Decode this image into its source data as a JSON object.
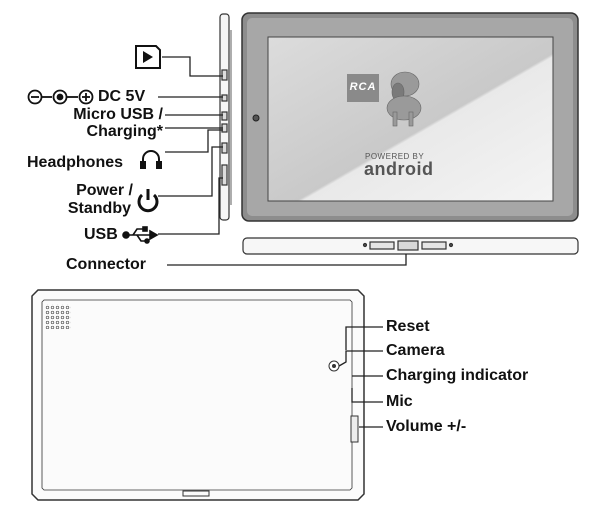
{
  "left_labels": {
    "dc_5v": "DC 5V",
    "micro_usb": "Micro USB /",
    "charging": "Charging*",
    "headphones": "Headphones",
    "power": "Power /",
    "standby": "Standby",
    "usb": "USB",
    "connector": "Connector"
  },
  "right_labels": {
    "reset": "Reset",
    "camera": "Camera",
    "charging_indicator": "Charging indicator",
    "mic": "Mic",
    "volume": "Volume +/-"
  },
  "screen": {
    "brand": "RCA",
    "powered_by": "POWERED BY",
    "os": "android"
  },
  "icons": [
    "sd-card-icon",
    "dc-polarity-icon",
    "headphones-icon",
    "power-icon",
    "usb-icon"
  ]
}
